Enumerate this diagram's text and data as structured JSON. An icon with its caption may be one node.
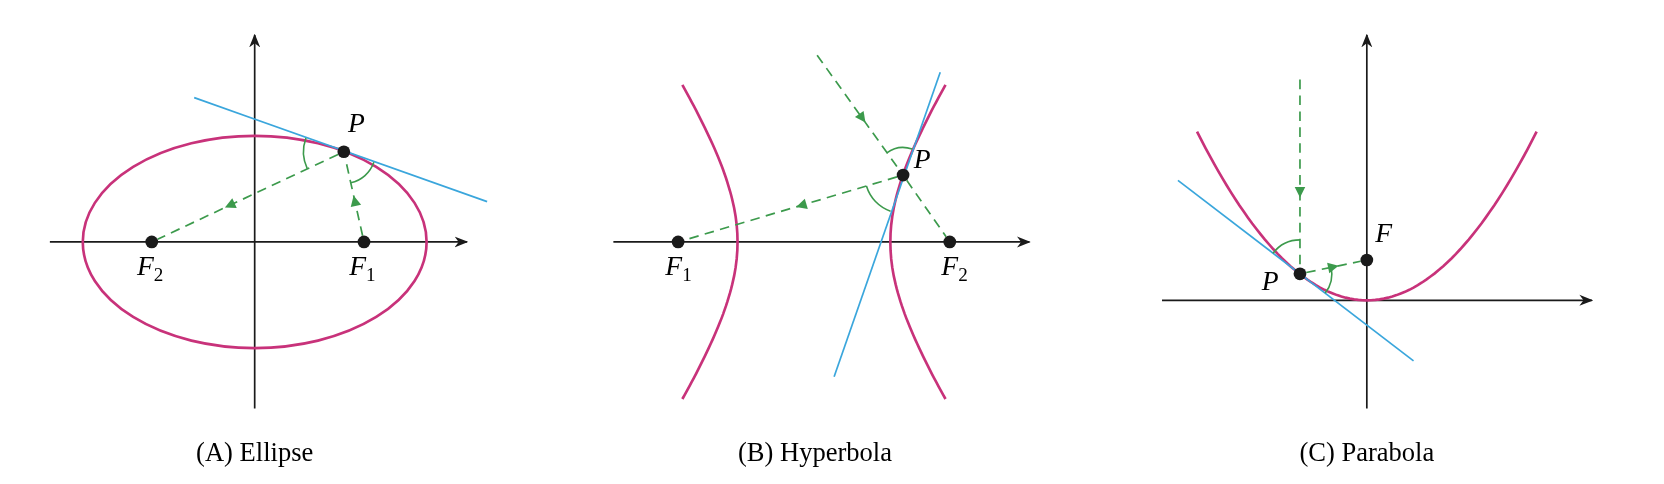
{
  "diagram": {
    "nodes": [
      {
        "text": [
          "P"
        ]
      },
      {
        "text": [
          "F$_{2}$"
        ]
      },
      {
        "text": [
          "F$_{1}$"
        ]
      },
      {
        "text": [
          "P"
        ]
      },
      {
        "text": [
          "F$_{1}$"
        ]
      },
      {
        "text": [
          "F$_{2}$"
        ]
      },
      {
        "text": [
          "F"
        ]
      },
      {
        "text": [
          "P"
        ]
      }
    ],
    "edges": [
      {
        "from": 2,
        "to": 0,
        "arrow": "to",
        "style": "dashed"
      },
      {
        "from": 0,
        "to": 1,
        "arrow": "to",
        "style": "dashed"
      },
      {
        "from": null,
        "to": 3,
        "arrow": "to",
        "style": "dashed"
      },
      {
        "from": 3,
        "to": 5,
        "arrow": "none",
        "style": "dashed"
      },
      {
        "from": 3,
        "to": 4,
        "arrow": "to",
        "style": "dashed"
      },
      {
        "from": null,
        "to": 7,
        "arrow": "to",
        "style": "dashed"
      },
      {
        "from": 7,
        "to": 6,
        "arrow": "to",
        "style": "dashed"
      }
    ],
    "labels": [
      "(A) Ellipse",
      "(B) Hyperbola",
      "(C) Parabola"
    ]
  }
}
